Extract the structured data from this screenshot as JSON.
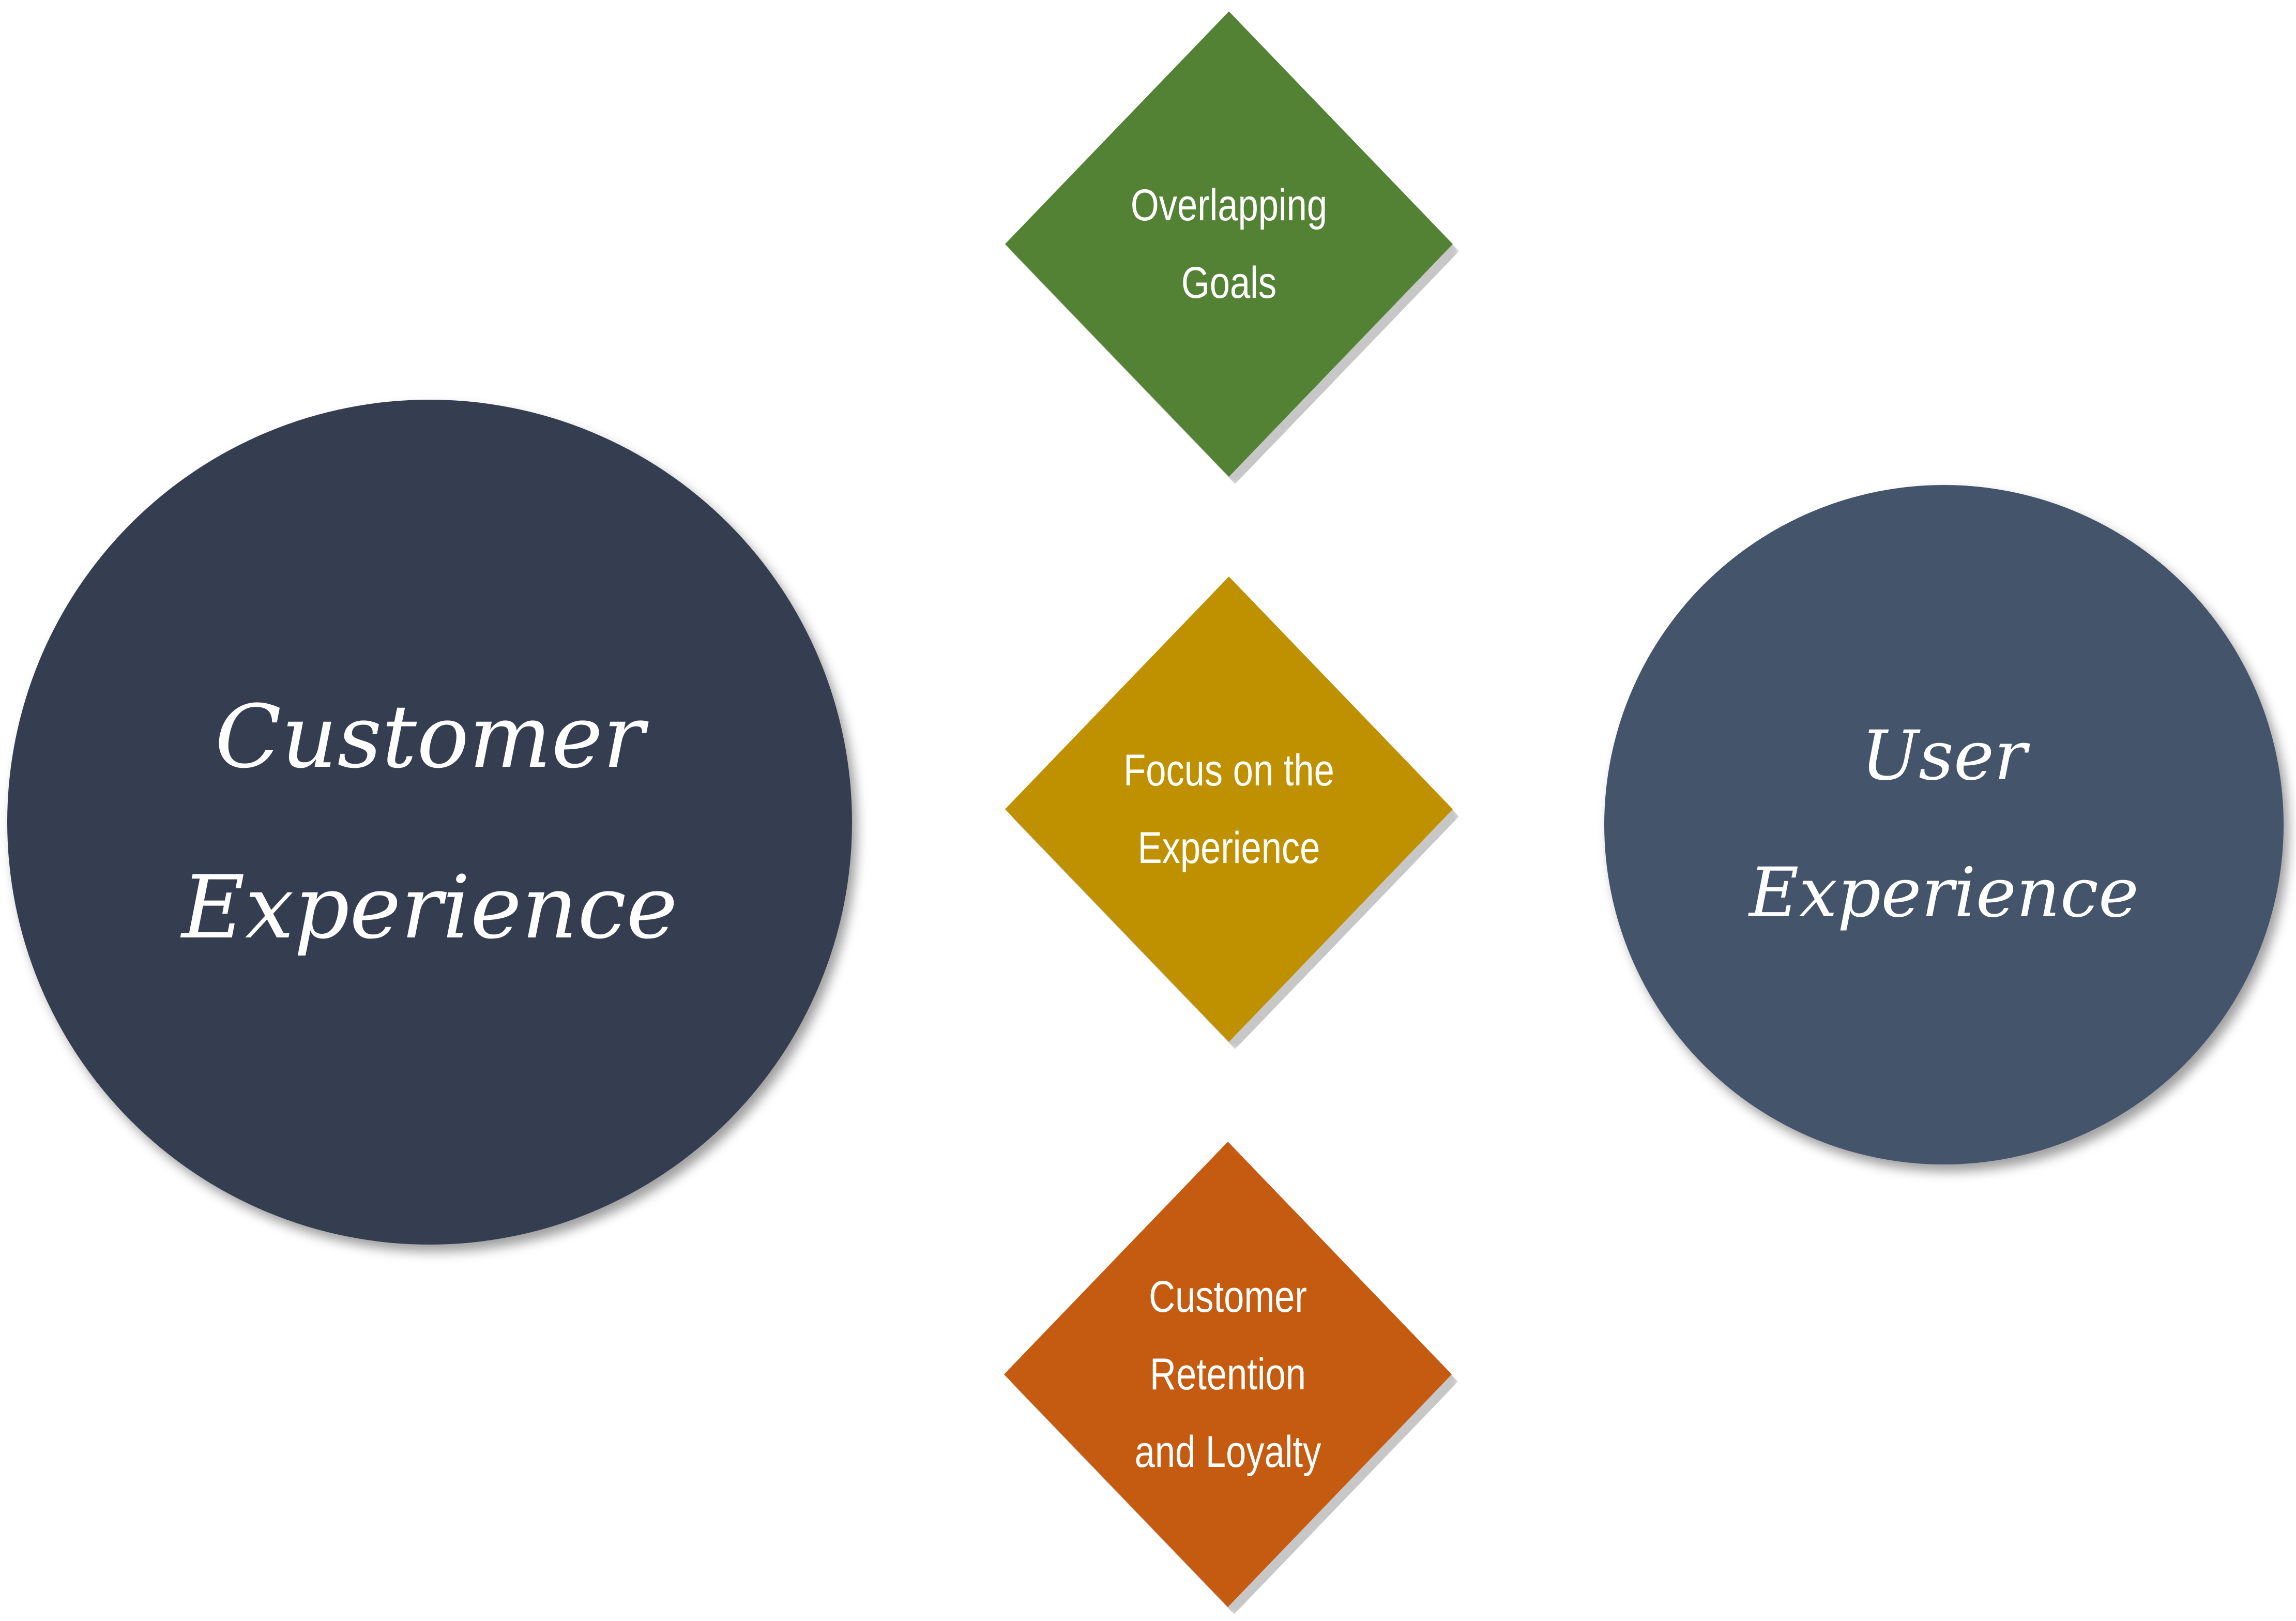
{
  "diagram": {
    "left_circle": {
      "label": "Customer\nExperience",
      "color": "#343e50"
    },
    "right_circle": {
      "label": "User\nExperience",
      "color": "#44546a"
    },
    "diamonds": [
      {
        "label": "Overlapping\nGoals",
        "color": "#548235"
      },
      {
        "label": "Focus on the\nExperience",
        "color": "#bf9000"
      },
      {
        "label": "Customer\nRetention\nand Loyalty",
        "color": "#c55a11"
      }
    ]
  }
}
